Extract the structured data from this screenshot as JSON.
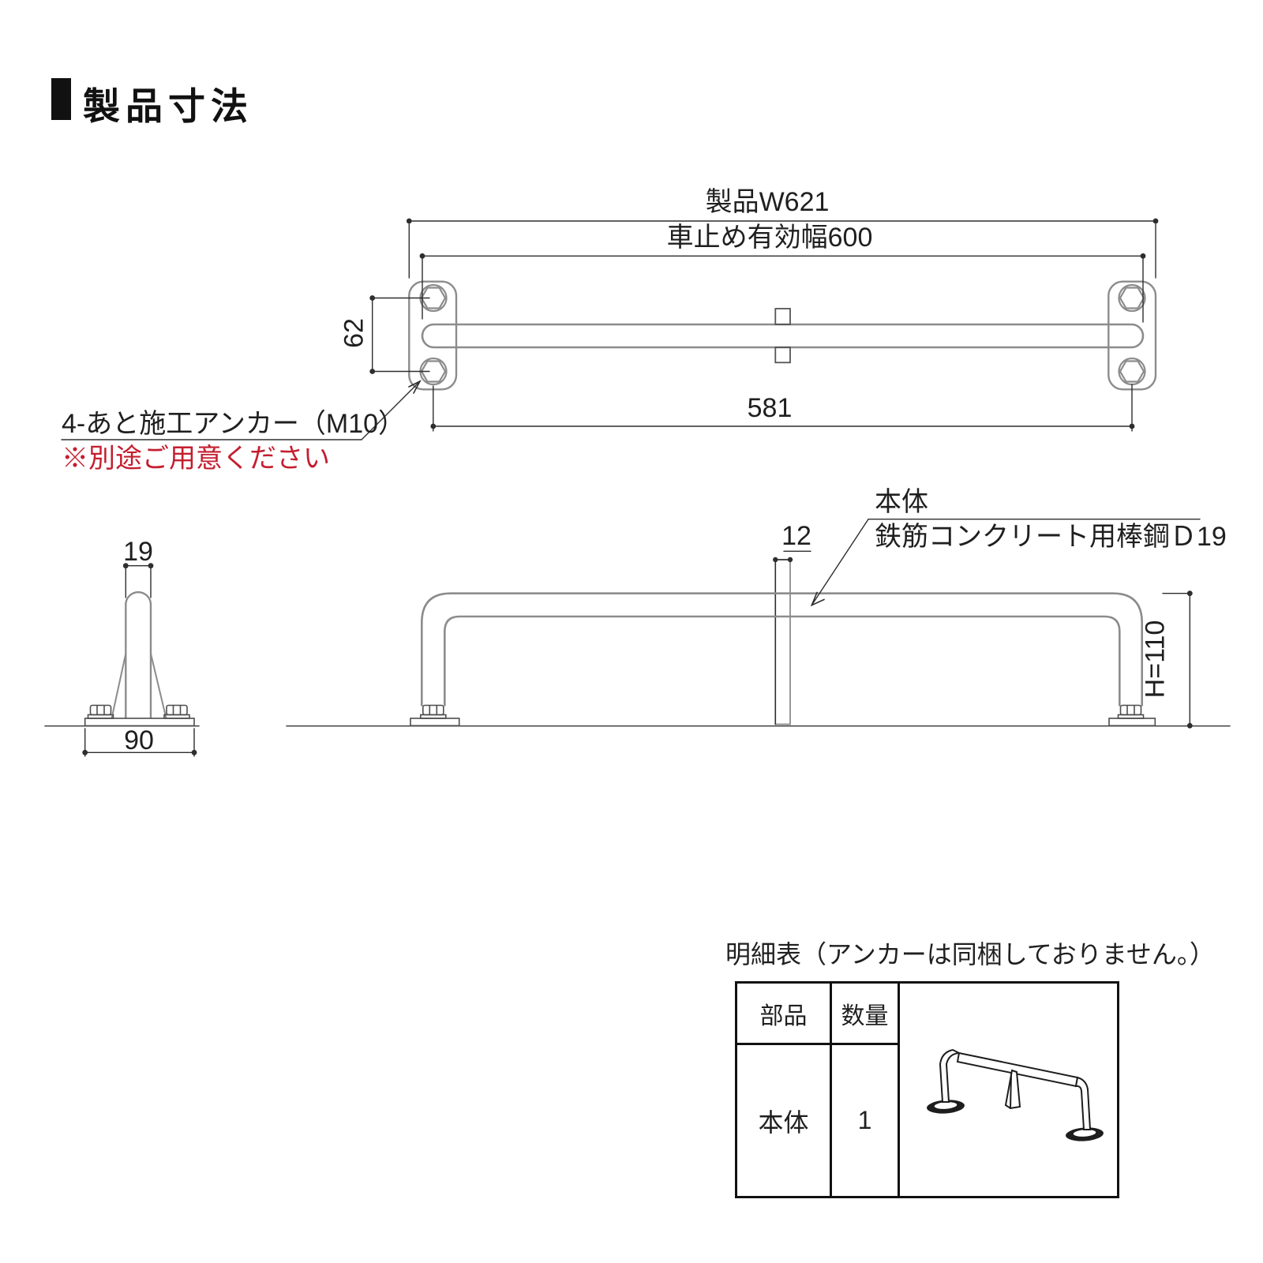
{
  "page": {
    "title": "製品寸法"
  },
  "top_view": {
    "dim_product_width": "製品W621",
    "dim_effective_width": "車止め有効幅600",
    "dim_bolt_span": "581",
    "dim_bolt_pitch": "62",
    "anchor_note": "4-あと施工アンカー（M10）",
    "anchor_note_warning": "※別途ご用意ください"
  },
  "end_view": {
    "dim_bar_diameter": "19",
    "dim_base_width": "90"
  },
  "side_view": {
    "dim_tab_width": "12",
    "label_body": "本体",
    "label_material": "鉄筋コンクリート用棒鋼Ｄ19",
    "dim_height": "H=110"
  },
  "parts_table": {
    "title": "明細表（アンカーは同梱しておりません。）",
    "headers": [
      "部品",
      "数量"
    ],
    "rows": [
      {
        "part": "本体",
        "qty": "1"
      }
    ]
  },
  "colors": {
    "product_line": "#8c8c8c",
    "dimension_line": "#2e2e2e",
    "warning_red": "#c41e2f"
  }
}
